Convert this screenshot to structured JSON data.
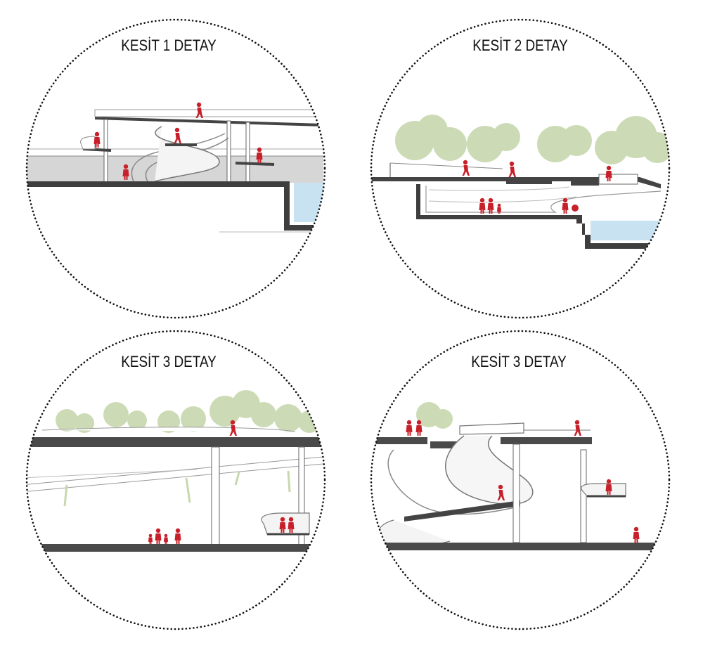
{
  "panels": [
    {
      "title": "KESİT 1 DETAY"
    },
    {
      "title": "KESİT 2 DETAY"
    },
    {
      "title": "KESİT 3 DETAY"
    },
    {
      "title": "KESİT 3 DETAY"
    }
  ],
  "colors": {
    "person": "#c8202a",
    "slab": "#4a4a4a",
    "water": "#c8e2f2",
    "tree": "#c7d8ad",
    "ground_fill": "#d9d9d9",
    "border": "#111111"
  }
}
